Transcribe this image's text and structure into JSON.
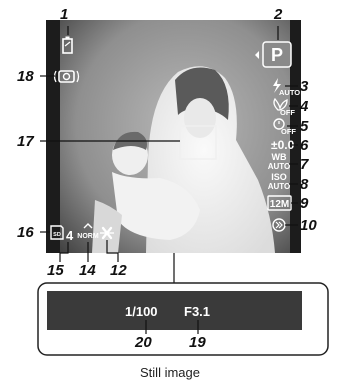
{
  "screen": {
    "mode_letter": "P",
    "flash_icon_text": "AUTO",
    "macro_icon_text": "OFF",
    "self_timer_icon_text": "OFF",
    "exposure_comp": "±0.0",
    "wb_text": "WB",
    "wb_value": "AUTO",
    "iso_text": "ISO",
    "iso_value": "AUTO",
    "image_size": "12M",
    "compression_text": "NORM",
    "storable_count": "4",
    "card_text": "SD",
    "icons": {
      "battery": "battery-icon",
      "mode": "program-mode-icon",
      "flash": "flash-icon",
      "macro": "macro-icon",
      "self_timer": "self-timer-icon",
      "exposure": "exposure-compensation-icon",
      "white_balance": "white-balance-icon",
      "iso": "iso-icon",
      "image_size": "image-size-icon",
      "menu_arrow": "menu-arrow-icon",
      "stabilizer": "image-stabilizer-icon",
      "af_target": "af-target-mark",
      "memory": "memory-card-icon",
      "compression": "compression-icon",
      "camera_shake": "camera-shake-warning-icon"
    }
  },
  "zoom_panel": {
    "shutter_speed": "1/100",
    "aperture": "F3.1"
  },
  "callouts": {
    "n1": "1",
    "n2": "2",
    "n3": "3",
    "n4": "4",
    "n5": "5",
    "n6": "6",
    "n7": "7",
    "n8": "8",
    "n9": "9",
    "n10": "10",
    "n12": "12",
    "n14": "14",
    "n15": "15",
    "n16": "16",
    "n17": "17",
    "n18": "18",
    "n19": "19",
    "n20": "20"
  },
  "caption": "Still image",
  "colors": {
    "screen_bg": "#1c1c1c",
    "photo_bg": "#a5a5a5",
    "figure": "#f3f3f3",
    "osd": "#ffffff",
    "mode_badge": "#8a8a8a",
    "panel_bg": "#3a3a3a"
  }
}
